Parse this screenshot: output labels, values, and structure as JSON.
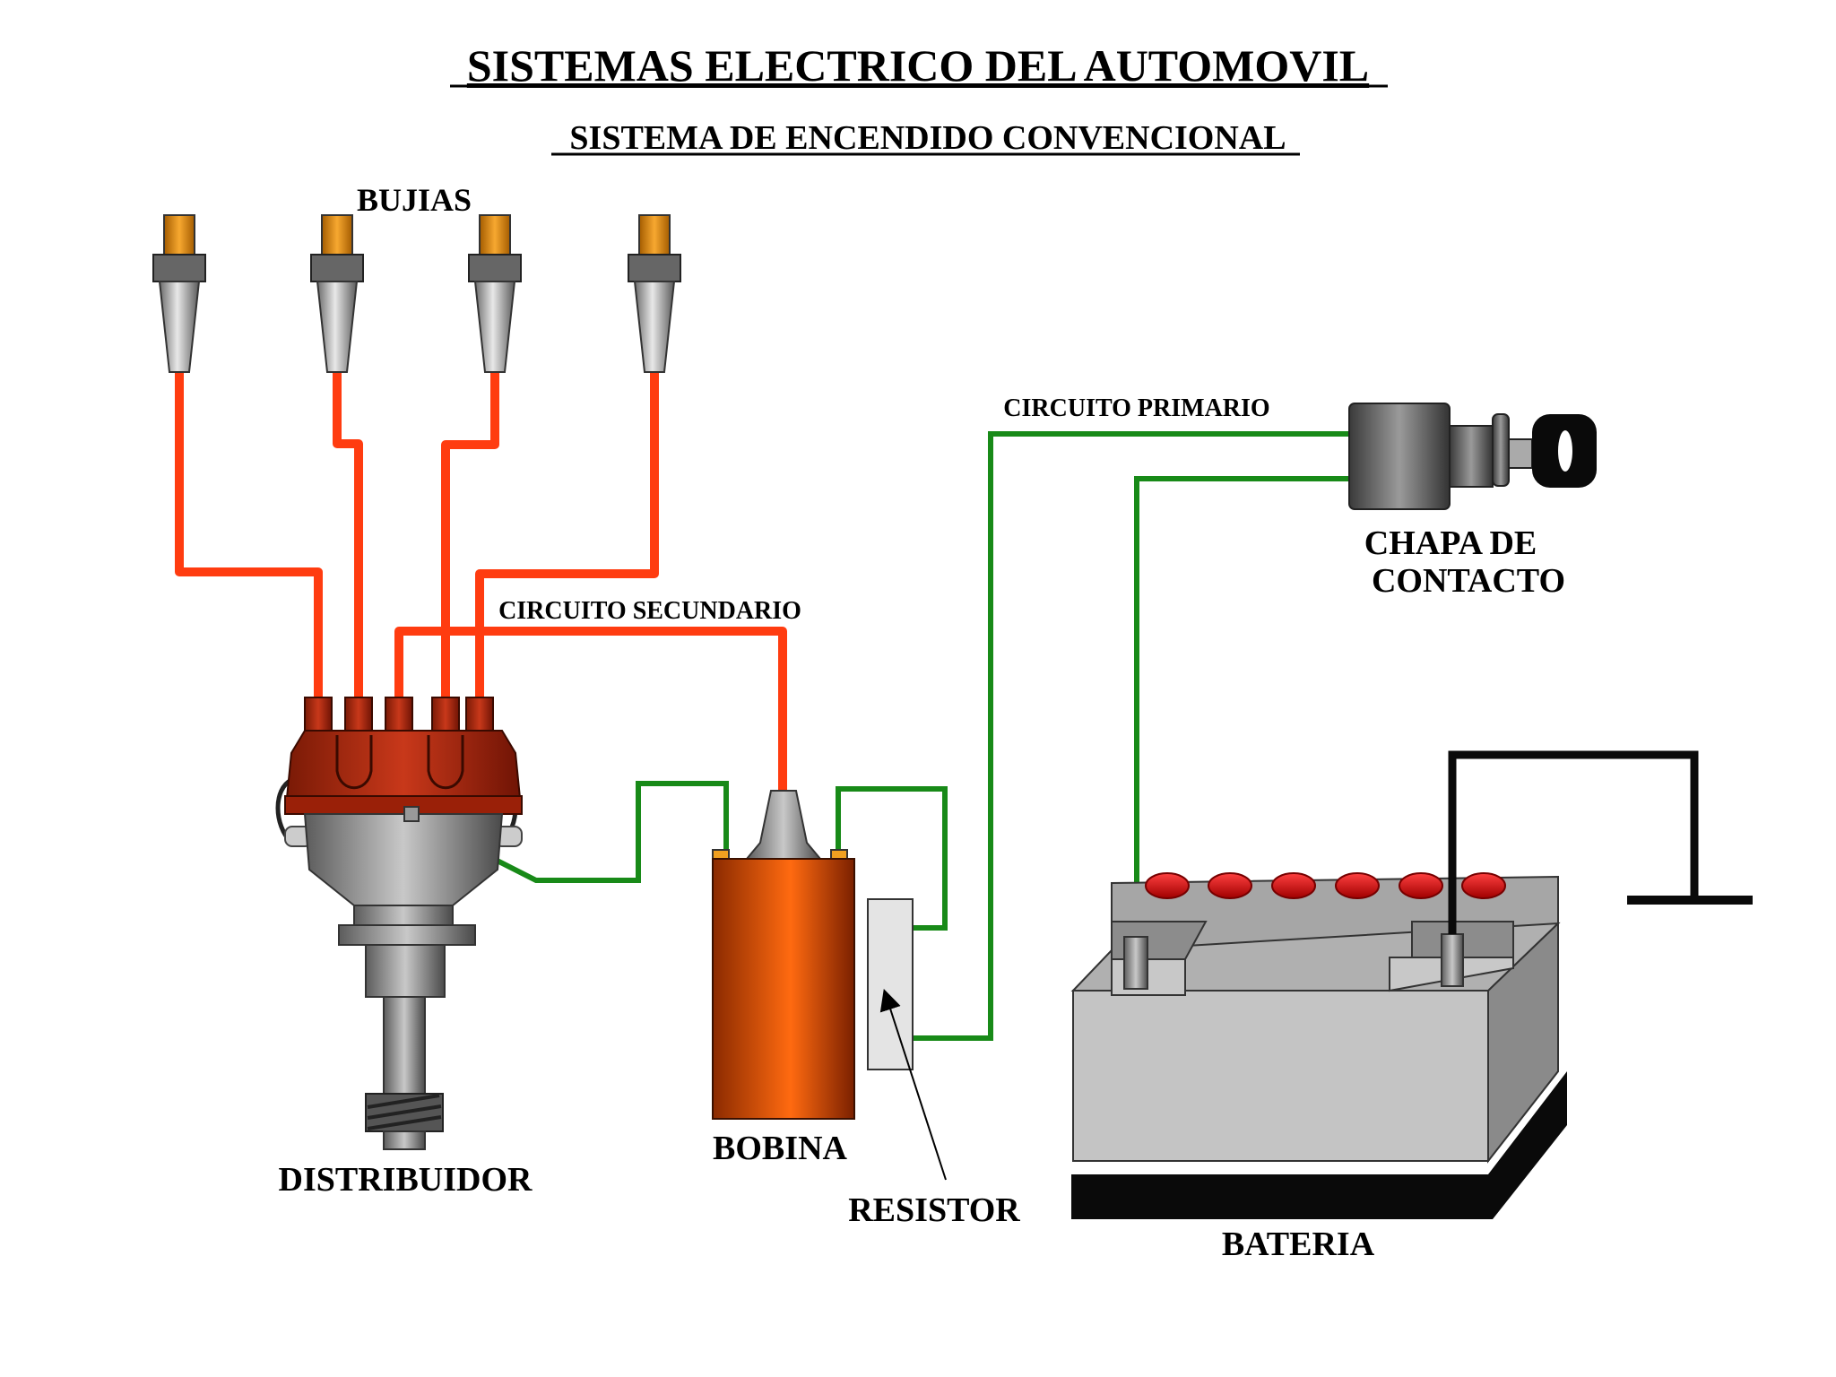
{
  "title": "SISTEMAS ELECTRICO DEL AUTOMOVIL",
  "subtitle": "SISTEMA DE ENCENDIDO CONVENCIONAL",
  "labels": {
    "bujias": "BUJIAS",
    "circuito_primario": "CIRCUITO PRIMARIO",
    "circuito_secundario": "CIRCUITO SECUNDARIO",
    "chapa_line1": "CHAPA DE",
    "chapa_line2": "CONTACTO",
    "distribuidor": "DISTRIBUIDOR",
    "bobina": "BOBINA",
    "resistor": "RESISTOR",
    "bateria": "BATERIA"
  },
  "colors": {
    "secondary_wire": "#ff3c10",
    "primary_wire": "#188a18",
    "ground_wire": "#000000",
    "coil": "#e85a0c",
    "distributor_cap": "#b02a10",
    "battery_body": "#c4c4c4",
    "battery_cell_cap": "#e01010"
  },
  "icons": {
    "spark_plug": "spark-plug-icon",
    "distributor": "distributor-icon",
    "coil": "ignition-coil-icon",
    "resistor": "resistor-icon",
    "ignition_switch": "ignition-switch-icon",
    "battery": "battery-icon",
    "ground": "ground-symbol-icon"
  }
}
